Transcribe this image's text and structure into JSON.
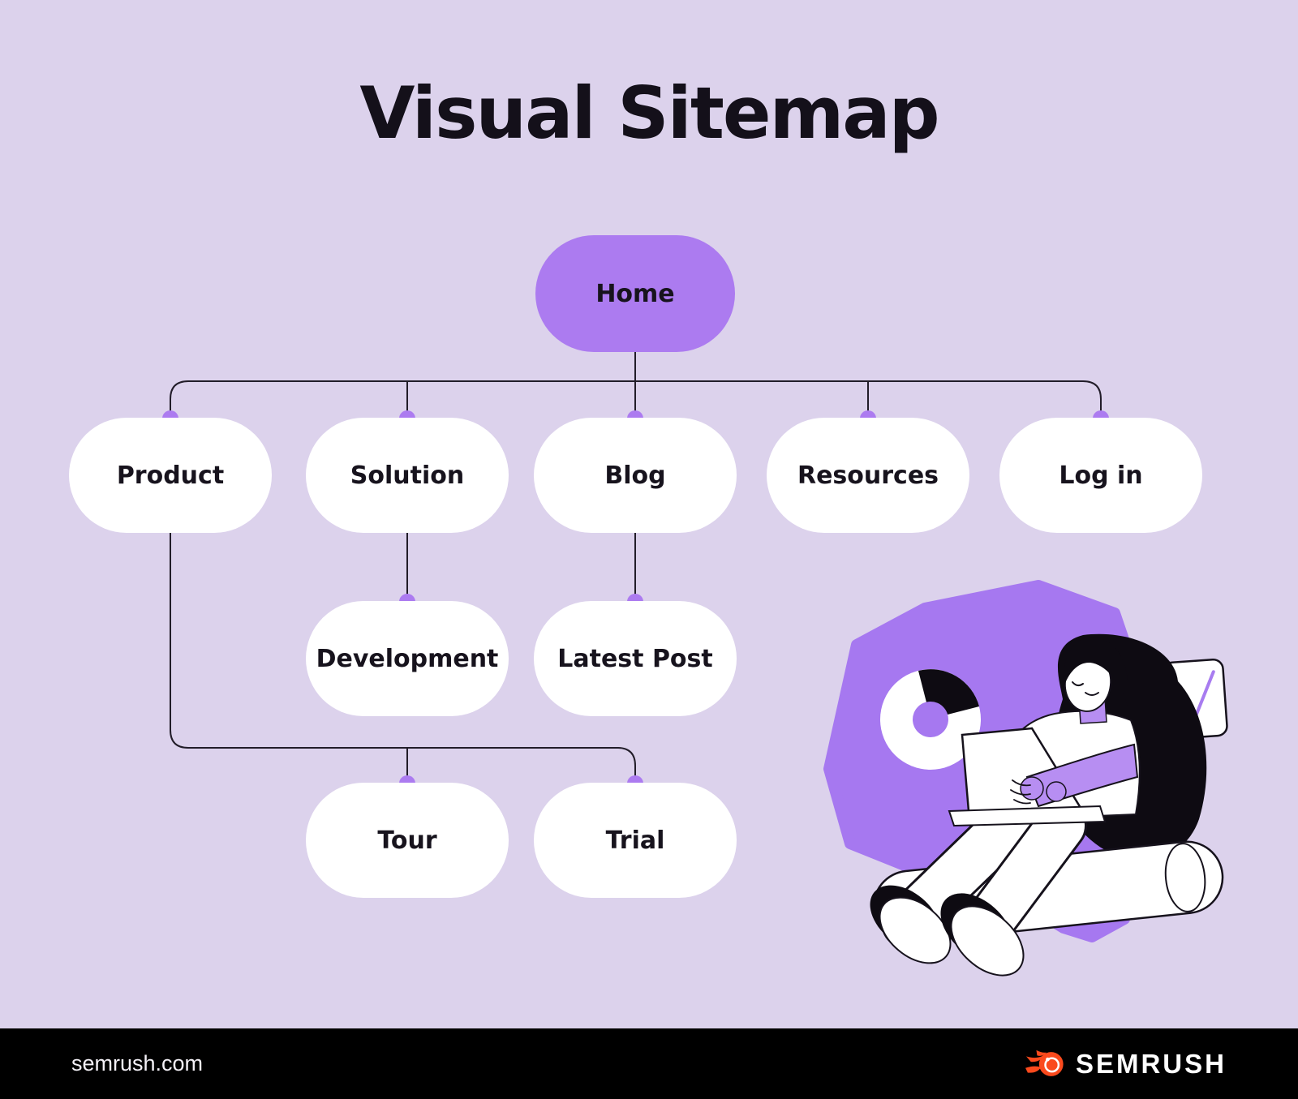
{
  "title": "Visual Sitemap",
  "nodes": {
    "home": "Home",
    "product": "Product",
    "solution": "Solution",
    "blog": "Blog",
    "resources": "Resources",
    "login": "Log in",
    "development": "Development",
    "latest_post": "Latest Post",
    "tour": "Tour",
    "trial": "Trial"
  },
  "sitemap_tree": {
    "root": "Home",
    "children": [
      {
        "label": "Product",
        "children": [
          "Tour",
          "Trial"
        ]
      },
      {
        "label": "Solution",
        "children": [
          "Development"
        ]
      },
      {
        "label": "Blog",
        "children": [
          "Latest Post"
        ]
      },
      {
        "label": "Resources",
        "children": []
      },
      {
        "label": "Log in",
        "children": []
      }
    ]
  },
  "footer": {
    "website": "semrush.com",
    "brand": "SEMRUSH"
  },
  "colors": {
    "background": "#DCD2EC",
    "accent_purple": "#AC7BF0",
    "blob_purple": "#A678F0",
    "node_fill": "#FFFFFF",
    "connector_line": "#221D29",
    "skin_purple": "#B78EF2",
    "check_purple": "#A87CF0",
    "footer_bg": "#000000",
    "logo_orange": "#FA4A1D",
    "text_dark": "#14101A"
  }
}
